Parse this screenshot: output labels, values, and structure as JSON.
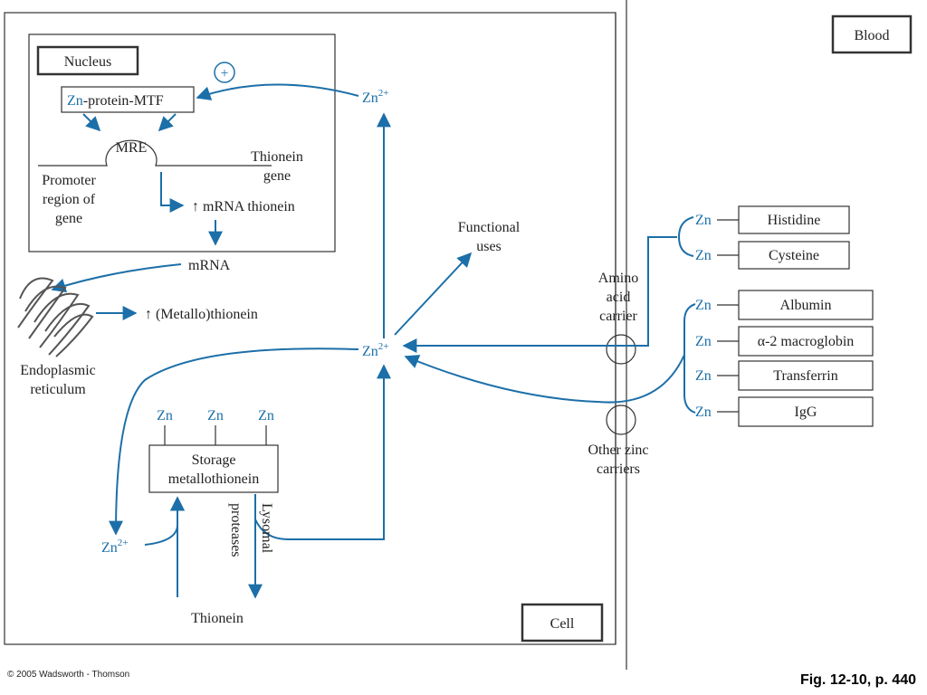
{
  "labels": {
    "blood": "Blood",
    "cell": "Cell",
    "nucleus": "Nucleus",
    "zn_protein_zn": "Zn",
    "zn_protein_rest": "-protein-MTF",
    "plus": "+",
    "mre": "MRE",
    "promoter": [
      "Promoter",
      "region of",
      "gene"
    ],
    "thionein_gene": [
      "Thionein",
      "gene"
    ],
    "mrna_thionein": "↑ mRNA thionein",
    "mrna": "mRNA",
    "metallothionein": "↑ (Metallo)thionein",
    "er": [
      "Endoplasmic",
      "reticulum"
    ],
    "functional_uses": [
      "Functional",
      "uses"
    ],
    "storage": [
      "Storage",
      "metallothionein"
    ],
    "lysosomal_proteases": [
      "Lysomal",
      "proteases"
    ],
    "thionein": "Thionein",
    "amino_acid_carrier": [
      "Amino",
      "acid",
      "carrier"
    ],
    "other_zinc_carriers": [
      "Other zinc",
      "carriers"
    ],
    "zn": "Zn",
    "zn2_base": "Zn",
    "zn2_sup": "2+"
  },
  "carriers_amino": [
    "Histidine",
    "Cysteine"
  ],
  "carriers_other": [
    "Albumin",
    "α-2 macroglobin",
    "Transferrin",
    "IgG"
  ],
  "footer": {
    "copyright": "© 2005 Wadsworth - Thomson",
    "figure": "Fig. 12-10, p. 440"
  },
  "colors": {
    "accent": "#1c6fa8",
    "line": "#333333"
  }
}
